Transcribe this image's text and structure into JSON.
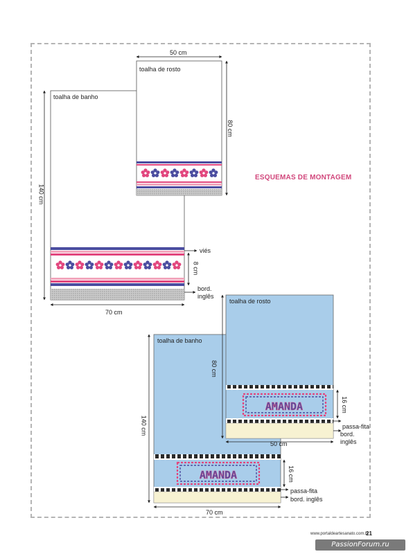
{
  "title": "ESQUEMAS DE MONTAGEM",
  "top_diagram": {
    "face_towel": {
      "label": "toalha de rosto",
      "width": "50 cm",
      "height": "80 cm"
    },
    "bath_towel": {
      "label": "toalha de banho",
      "width": "70 cm",
      "height": "140 cm"
    },
    "vies_label": "viés",
    "band_height": "8 cm",
    "lace_label_line1": "bord.",
    "lace_label_line2": "inglês"
  },
  "bottom_diagram": {
    "face_towel": {
      "label": "toalha de rosto",
      "width": "50 cm",
      "height": "80 cm",
      "band_height": "16 cm",
      "name": "AMANDA"
    },
    "bath_towel": {
      "label": "toalha de banho",
      "width": "70 cm",
      "height": "140 cm",
      "band_height": "16 cm",
      "name": "AMANDA"
    },
    "ribbon_label": "passa-fita",
    "lace_label_line1": "bord.",
    "lace_label_line2": "inglês",
    "lace_label_single": "bord. inglês"
  },
  "colors": {
    "towel_blue": "#a9cdea",
    "pink": "#e2467e",
    "purple": "#4b4da0",
    "light_pink": "#f2a6bd",
    "lace_gray": "#bdbdbd",
    "cream": "#f7f2d2",
    "title_pink": "#d1467b"
  },
  "footer": {
    "url": "www.portaldeartesanato.com.br -",
    "page": "21",
    "watermark": "PassionForum.ru"
  }
}
